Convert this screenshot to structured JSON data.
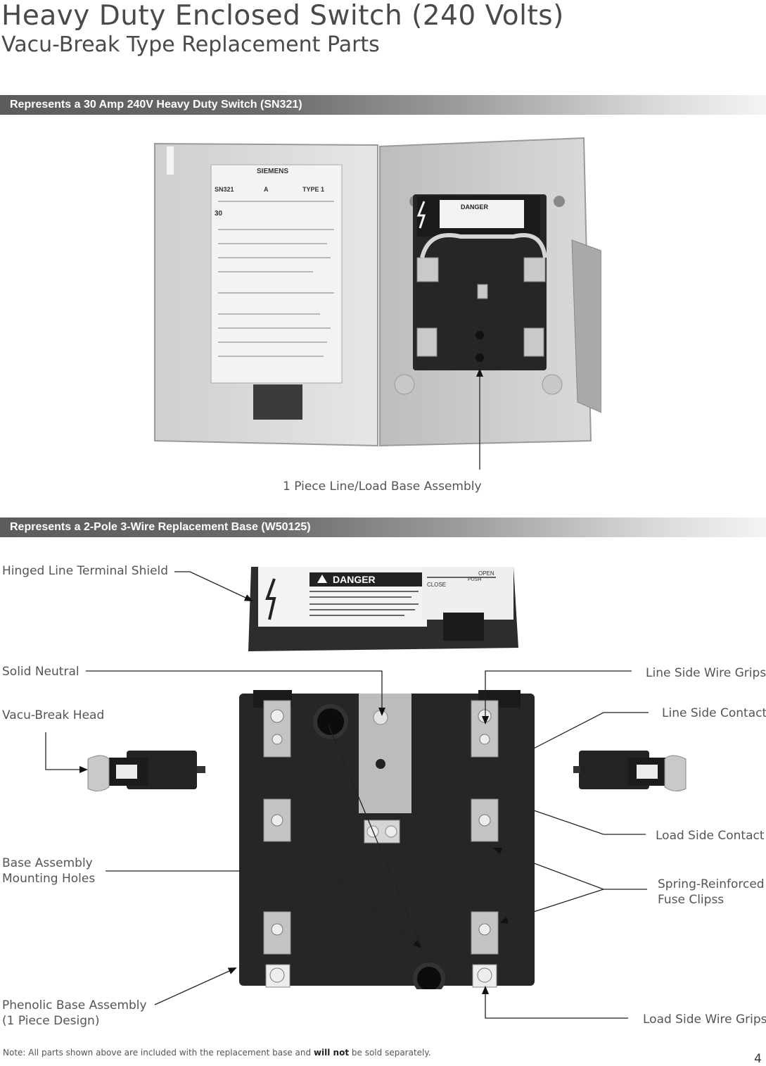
{
  "header": {
    "title": "Heavy Duty Enclosed Switch (240 Volts)",
    "subtitle": "Vacu-Break Type Replacement Parts"
  },
  "section1": {
    "band": "Represents a 30 Amp 240V Heavy Duty Switch (SN321)",
    "callout": "1 Piece Line/Load Base Assembly",
    "photo": {
      "label_brand": "SIEMENS",
      "label_catalog": "SN321",
      "label_type": "TYPE 1",
      "label_amps": "30",
      "label_a": "A",
      "shield_text": "DANGER"
    }
  },
  "section2": {
    "band": "Represents a 2-Pole 3-Wire Replacement Base (W50125)",
    "labels": {
      "hinged_shield": "Hinged Line Terminal Shield",
      "solid_neutral": "Solid Neutral",
      "vacu_break_head": "Vacu-Break Head",
      "base_holes_1": "Base Assembly",
      "base_holes_2": "Mounting Holes",
      "phenolic_1": "Phenolic Base Assembly",
      "phenolic_2": "(1 Piece Design)",
      "line_wire_grips": "Line Side Wire Grips",
      "line_contact": "Line Side Contact",
      "load_contact": "Load Side Contact",
      "spring_1": "Spring-Reinforced",
      "spring_2": "Fuse Clipss",
      "load_wire_grips": "Load Side Wire Grips"
    },
    "shield_photo": {
      "danger": "DANGER",
      "open": "OPEN",
      "close": "CLOSE",
      "push": "PUSH"
    }
  },
  "note": {
    "prefix": "Note: All parts shown above are included with the replacement base and ",
    "bold": "will not",
    "suffix": " be sold separately."
  },
  "page_number": "4"
}
